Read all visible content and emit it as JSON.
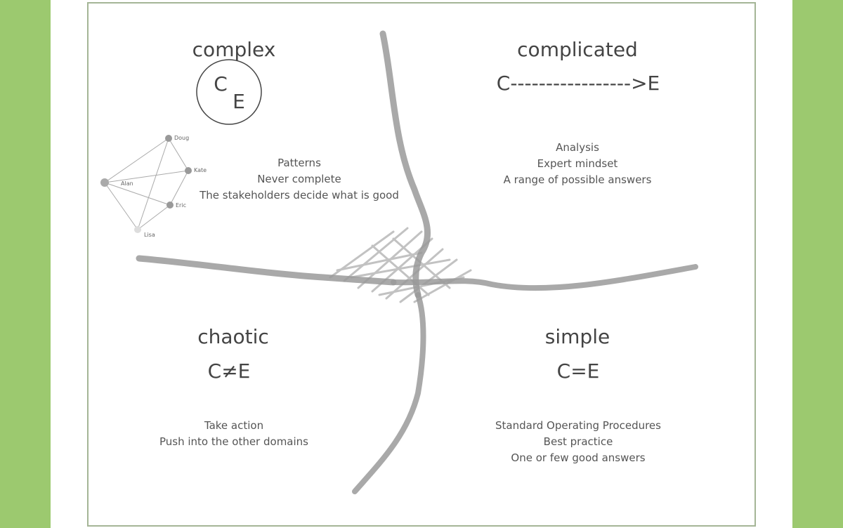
{
  "colors": {
    "side_bar": "#9cc96f",
    "frame": "#a4b596",
    "sketch": "#999999"
  },
  "domains": {
    "complex": {
      "title": "complex",
      "cause": "C",
      "effect": "E",
      "lines": [
        "Patterns",
        "Never complete",
        "The stakeholders decide what is good"
      ]
    },
    "complicated": {
      "title": "complicated",
      "relation": "C----------------->E",
      "lines": [
        "Analysis",
        "Expert mindset",
        "A range of possible answers"
      ]
    },
    "chaotic": {
      "title": "chaotic",
      "relation": "C≠E",
      "lines": [
        "Take action",
        "Push into the other domains"
      ]
    },
    "simple": {
      "title": "simple",
      "relation": "C=E",
      "lines": [
        "Standard Operating Procedures",
        "Best practice",
        "One or few good answers"
      ]
    }
  },
  "network": {
    "nodes": [
      "Doug",
      "Kate",
      "Alan",
      "Eric",
      "Lisa"
    ]
  }
}
